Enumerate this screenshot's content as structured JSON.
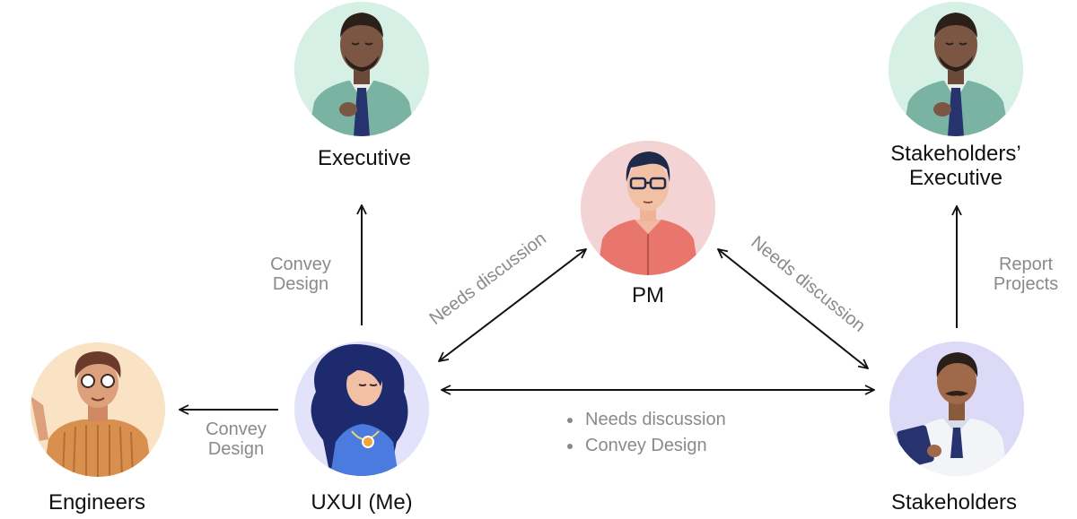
{
  "nodes": {
    "executive": {
      "label": "Executive",
      "bg": "#d6f0e6"
    },
    "stakeholders_executive": {
      "line1": "Stakeholders’",
      "line2": "Executive",
      "bg": "#d6f0e6"
    },
    "pm": {
      "label": "PM",
      "bg": "#f3d3d3"
    },
    "engineers": {
      "label": "Engineers",
      "bg": "#f9e3c4"
    },
    "uxui": {
      "label": "UXUI (Me)",
      "bg": "#e3e2fb"
    },
    "stakeholders": {
      "label": "Stakeholders",
      "bg": "#dcdaf7"
    }
  },
  "edges": {
    "uxui_to_executive": {
      "line1": "Convey",
      "line2": "Design"
    },
    "uxui_to_engineers": {
      "line1": "Convey",
      "line2": "Design"
    },
    "stakeholders_to_exec": {
      "line1": "Report",
      "line2": "Projects"
    },
    "uxui_pm": "Needs discussion",
    "pm_stakeholders": "Needs discussion",
    "uxui_stakeholders": [
      "Needs discussion",
      "Convey Design"
    ]
  },
  "colors": {
    "arrow": "#111111",
    "muted_text": "#8a8a8a"
  }
}
